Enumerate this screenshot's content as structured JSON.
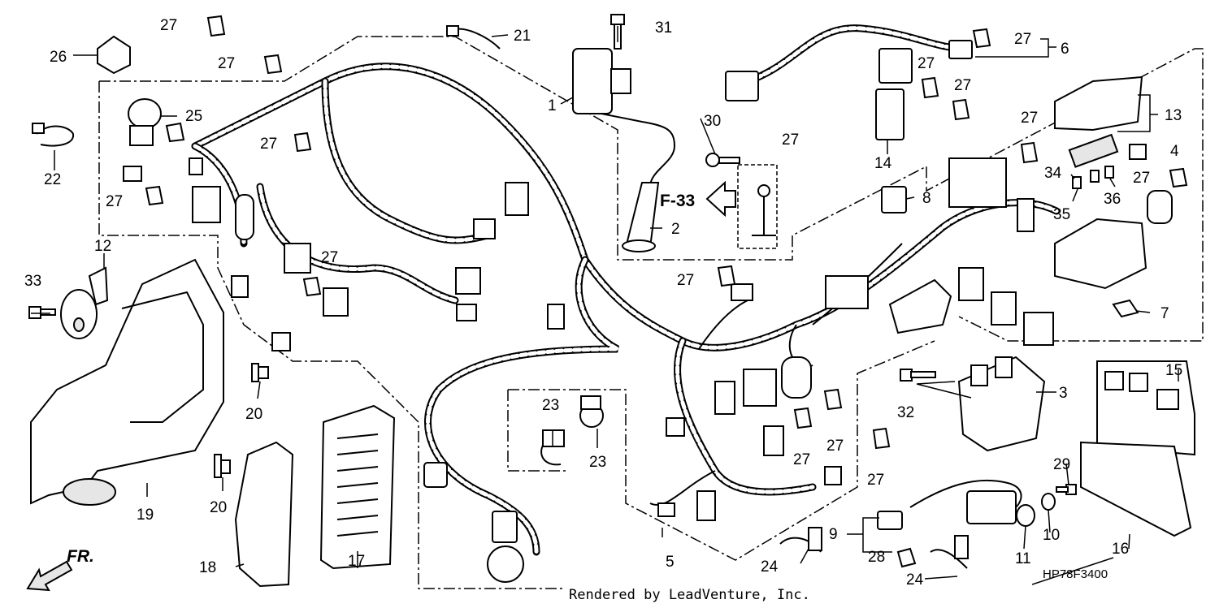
{
  "diagram": {
    "code": "HP78F3400",
    "credit": "Rendered by LeadVenture, Inc.",
    "reference": "F-33",
    "direction": "FR."
  },
  "callouts": [
    {
      "id": "c1",
      "label": "1"
    },
    {
      "id": "c2",
      "label": "2"
    },
    {
      "id": "c3",
      "label": "3"
    },
    {
      "id": "c4",
      "label": "4"
    },
    {
      "id": "c5",
      "label": "5"
    },
    {
      "id": "c6",
      "label": "6"
    },
    {
      "id": "c7",
      "label": "7"
    },
    {
      "id": "c8",
      "label": "8"
    },
    {
      "id": "c9",
      "label": "9"
    },
    {
      "id": "c10",
      "label": "10"
    },
    {
      "id": "c11",
      "label": "11"
    },
    {
      "id": "c12",
      "label": "12"
    },
    {
      "id": "c13",
      "label": "13"
    },
    {
      "id": "c14",
      "label": "14"
    },
    {
      "id": "c15",
      "label": "15"
    },
    {
      "id": "c16",
      "label": "16"
    },
    {
      "id": "c17",
      "label": "17"
    },
    {
      "id": "c18",
      "label": "18"
    },
    {
      "id": "c19",
      "label": "19"
    },
    {
      "id": "c20a",
      "label": "20"
    },
    {
      "id": "c20b",
      "label": "20"
    },
    {
      "id": "c21",
      "label": "21"
    },
    {
      "id": "c22",
      "label": "22"
    },
    {
      "id": "c23a",
      "label": "23"
    },
    {
      "id": "c23b",
      "label": "23"
    },
    {
      "id": "c24a",
      "label": "24"
    },
    {
      "id": "c24b",
      "label": "24"
    },
    {
      "id": "c25",
      "label": "25"
    },
    {
      "id": "c26",
      "label": "26"
    },
    {
      "id": "c27a",
      "label": "27"
    },
    {
      "id": "c27b",
      "label": "27"
    },
    {
      "id": "c27c",
      "label": "27"
    },
    {
      "id": "c27d",
      "label": "27"
    },
    {
      "id": "c27e",
      "label": "27"
    },
    {
      "id": "c27f",
      "label": "27"
    },
    {
      "id": "c27g",
      "label": "27"
    },
    {
      "id": "c27h",
      "label": "27"
    },
    {
      "id": "c27i",
      "label": "27"
    },
    {
      "id": "c27j",
      "label": "27"
    },
    {
      "id": "c27k",
      "label": "27"
    },
    {
      "id": "c27l",
      "label": "27"
    },
    {
      "id": "c27m",
      "label": "27"
    },
    {
      "id": "c27n",
      "label": "27"
    },
    {
      "id": "c27o",
      "label": "27"
    },
    {
      "id": "c28",
      "label": "28"
    },
    {
      "id": "c29",
      "label": "29"
    },
    {
      "id": "c30",
      "label": "30"
    },
    {
      "id": "c31",
      "label": "31"
    },
    {
      "id": "c32",
      "label": "32"
    },
    {
      "id": "c33",
      "label": "33"
    },
    {
      "id": "c34",
      "label": "34"
    },
    {
      "id": "c35",
      "label": "35"
    },
    {
      "id": "c36",
      "label": "36"
    }
  ]
}
